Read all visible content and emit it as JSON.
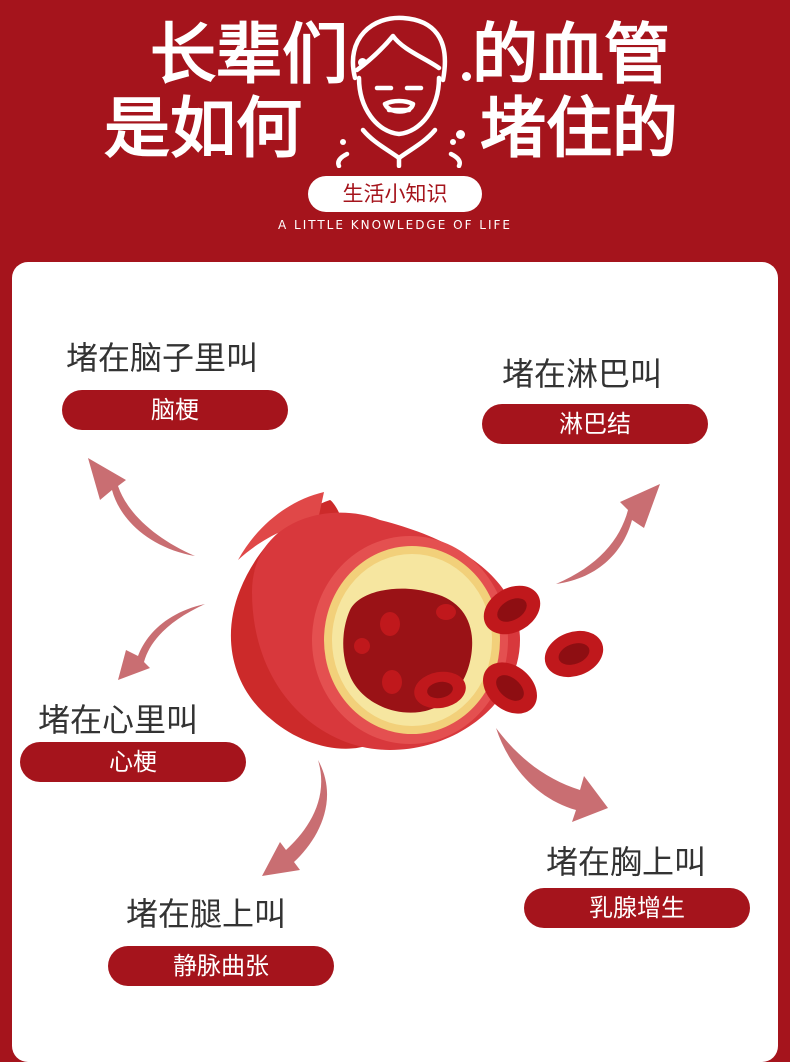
{
  "header": {
    "title_part1": "长辈们",
    "title_part2": "的血管",
    "title_part3": "是如何",
    "title_part4": "堵住的",
    "badge": "生活小知识",
    "subtitle": "A LITTLE KNOWLEDGE OF LIFE"
  },
  "blockages": [
    {
      "location": "堵在脑子里叫",
      "condition": "脑梗"
    },
    {
      "location": "堵在淋巴叫",
      "condition": "淋巴结"
    },
    {
      "location": "堵在心里叫",
      "condition": "心梗"
    },
    {
      "location": "堵在胸上叫",
      "condition": "乳腺增生"
    },
    {
      "location": "堵在腿上叫",
      "condition": "静脉曲张"
    }
  ],
  "colors": {
    "brand_red": "#a5141c",
    "card_bg": "#ffffff",
    "arrow": "#c96e72",
    "label_text": "#333333"
  },
  "icons": {
    "portrait": "elderly-man-icon",
    "illustration": "blood-vessel-blockage"
  }
}
